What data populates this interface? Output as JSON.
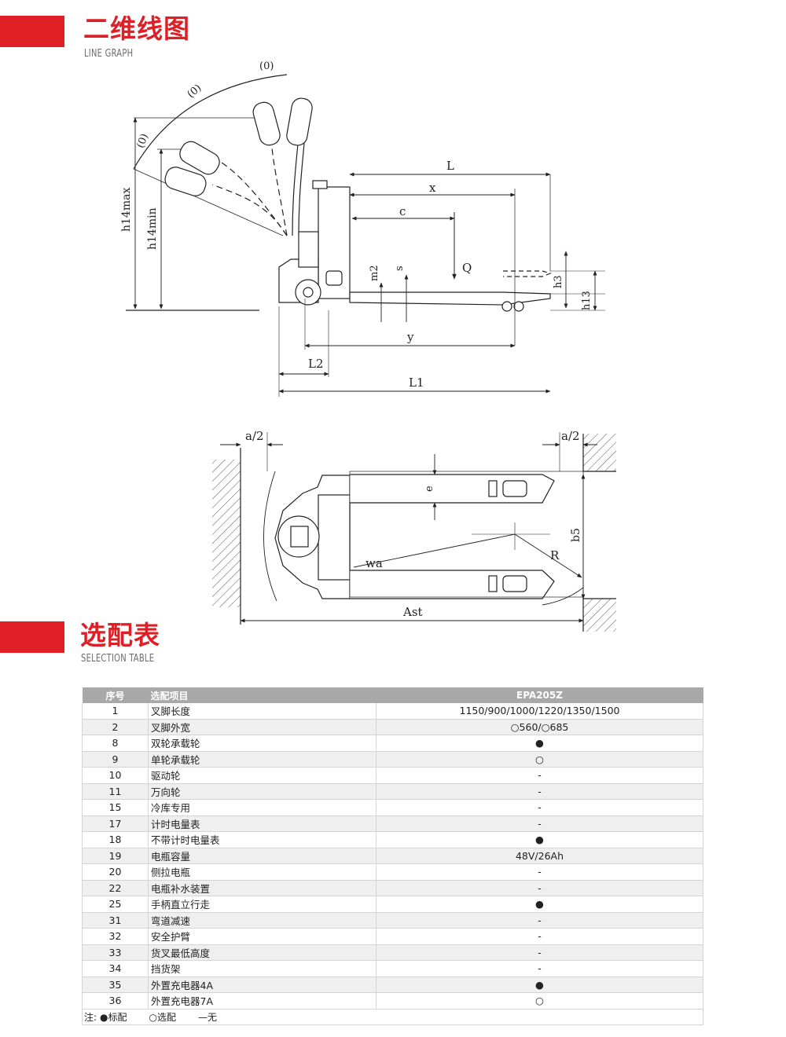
{
  "sections": {
    "line_graph": {
      "title": "二维线图",
      "subtitle": "LINE GRAPH"
    },
    "selection": {
      "title": "选配表",
      "subtitle": "SELECTION TABLE"
    }
  },
  "colors": {
    "accent": "#e01e26",
    "header_bg": "#a8a8a8",
    "row_alt": "#efefef"
  },
  "drawing_labels": {
    "side": {
      "L": "L",
      "x": "x",
      "c": "c",
      "Q": "Q",
      "s": "s",
      "m2": "m2",
      "h3": "h3",
      "h13": "h13",
      "h14max": "h14max",
      "h14min": "h14min",
      "y": "y",
      "L2": "L2",
      "L1": "L1",
      "angle": "(0)"
    },
    "top": {
      "a2": "a/2",
      "e": "e",
      "b5": "b5",
      "R": "R",
      "wa": "wa",
      "Ast": "Ast"
    }
  },
  "table": {
    "headers": {
      "num": "序号",
      "item": "选配项目",
      "model": "EPA205Z"
    },
    "rows": [
      {
        "num": "1",
        "item": "叉脚长度",
        "value": "1150/900/1000/1220/1350/1500"
      },
      {
        "num": "2",
        "item": "叉脚外宽",
        "value": "○560/○685"
      },
      {
        "num": "8",
        "item": "双轮承载轮",
        "value": "●"
      },
      {
        "num": "9",
        "item": "单轮承载轮",
        "value": "○"
      },
      {
        "num": "10",
        "item": "驱动轮",
        "value": "-"
      },
      {
        "num": "11",
        "item": "万向轮",
        "value": "-"
      },
      {
        "num": "15",
        "item": "冷库专用",
        "value": "-"
      },
      {
        "num": "17",
        "item": "计时电量表",
        "value": "-"
      },
      {
        "num": "18",
        "item": "不带计时电量表",
        "value": "●"
      },
      {
        "num": "19",
        "item": "电瓶容量",
        "value": "48V/26Ah"
      },
      {
        "num": "20",
        "item": "侧拉电瓶",
        "value": "-"
      },
      {
        "num": "22",
        "item": "电瓶补水装置",
        "value": "-"
      },
      {
        "num": "25",
        "item": "手柄直立行走",
        "value": "●"
      },
      {
        "num": "31",
        "item": "弯道减速",
        "value": "-"
      },
      {
        "num": "32",
        "item": "安全护臂",
        "value": "-"
      },
      {
        "num": "33",
        "item": "货叉最低高度",
        "value": "-"
      },
      {
        "num": "34",
        "item": "挡货架",
        "value": "-"
      },
      {
        "num": "35",
        "item": "外置充电器4A",
        "value": "●"
      },
      {
        "num": "36",
        "item": "外置充电器7A",
        "value": "○"
      }
    ],
    "note": {
      "prefix": "注:",
      "standard": "●标配",
      "optional": "○选配",
      "none": "—无"
    }
  }
}
